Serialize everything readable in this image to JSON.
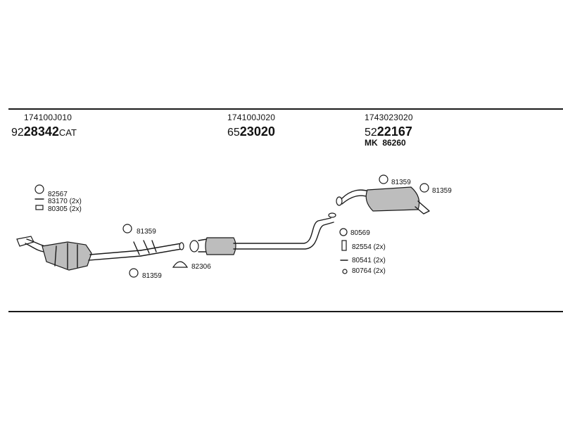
{
  "sections": [
    {
      "oe_number": "174100J010",
      "code_prefix": "92",
      "code_main": "28342",
      "code_suffix": "CAT",
      "extra": ""
    },
    {
      "oe_number": "174100J020",
      "code_prefix": "65",
      "code_main": "23020",
      "code_suffix": "",
      "extra": ""
    },
    {
      "oe_number": "1743023020",
      "code_prefix": "52",
      "code_main": "22167",
      "code_suffix": "",
      "extra": "MK  86260"
    }
  ],
  "parts": {
    "p82567": "82567",
    "p83170": "83170 (2x)",
    "p80305": "80305 (2x)",
    "p81359_a": "81359",
    "p81359_b": "81359",
    "p82306": "82306",
    "p80569": "80569",
    "p82554": "82554 (2x)",
    "p80541": "80541 (2x)",
    "p80764": "80764 (2x)",
    "p81359_c": "81359",
    "p81359_d": "81359"
  }
}
